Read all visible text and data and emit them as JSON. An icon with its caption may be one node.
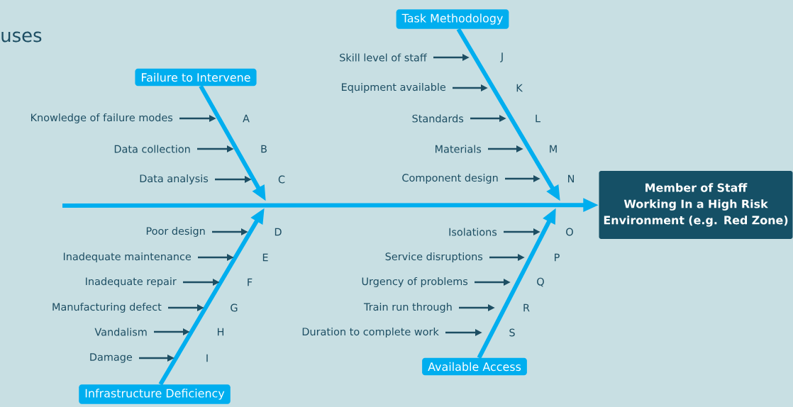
{
  "diagram": {
    "title": "uses",
    "nodes": [
      {
        "text": [
          "Failure to Intervene"
        ]
      },
      {
        "text": [
          "Knowledge of failure modes"
        ]
      },
      {
        "text": [
          "Data collection"
        ]
      },
      {
        "text": [
          "Data analysis"
        ]
      },
      {
        "text": [
          "Task Methodology"
        ]
      },
      {
        "text": [
          "Skill level of staff"
        ]
      },
      {
        "text": [
          "Equipment available"
        ]
      },
      {
        "text": [
          "Standards"
        ]
      },
      {
        "text": [
          "Materials"
        ]
      },
      {
        "text": [
          "Component design"
        ]
      },
      {
        "text": [
          "Member of Staff Working In a High Risk Environment (e.g. Red Zone)"
        ]
      },
      {
        "text": [
          "Infrastructure Deficiency"
        ]
      },
      {
        "text": [
          "Poor design"
        ]
      },
      {
        "text": [
          "Inadequate maintenance"
        ]
      },
      {
        "text": [
          "Inadequate repair"
        ]
      },
      {
        "text": [
          "Manufacturing defect"
        ]
      },
      {
        "text": [
          "Vandalism"
        ]
      },
      {
        "text": [
          "Damage"
        ]
      },
      {
        "text": [
          "Available Access"
        ]
      },
      {
        "text": [
          "Isolations"
        ]
      },
      {
        "text": [
          "Service disruptions"
        ]
      },
      {
        "text": [
          "Urgency of problems"
        ]
      },
      {
        "text": [
          "Train run through"
        ]
      },
      {
        "text": [
          "Duration to complete work"
        ]
      }
    ],
    "edges": [
      {
        "from": null,
        "to": 10,
        "arrow": "to",
        "style": "thick",
        "color": "#00aeef"
      },
      {
        "from": 0,
        "to": null,
        "arrow": "to",
        "style": "thick",
        "color": "#00aeef"
      },
      {
        "from": 4,
        "to": null,
        "arrow": "to",
        "style": "thick",
        "color": "#00aeef"
      },
      {
        "from": 11,
        "to": null,
        "arrow": "to",
        "style": "thick",
        "color": "#00aeef"
      },
      {
        "from": 18,
        "to": null,
        "arrow": "to",
        "style": "thick",
        "color": "#00aeef"
      },
      {
        "from": 1,
        "to": null,
        "arrow": "to"
      },
      {
        "from": 2,
        "to": null,
        "arrow": "to"
      },
      {
        "from": 3,
        "to": null,
        "arrow": "to"
      },
      {
        "from": 5,
        "to": null,
        "arrow": "to"
      },
      {
        "from": 6,
        "to": null,
        "arrow": "to"
      },
      {
        "from": 7,
        "to": null,
        "arrow": "to"
      },
      {
        "from": 8,
        "to": null,
        "arrow": "to"
      },
      {
        "from": 9,
        "to": null,
        "arrow": "to"
      },
      {
        "from": 12,
        "to": null,
        "arrow": "to"
      },
      {
        "from": 13,
        "to": null,
        "arrow": "to"
      },
      {
        "from": 14,
        "to": null,
        "arrow": "to"
      },
      {
        "from": 15,
        "to": null,
        "arrow": "to"
      },
      {
        "from": 16,
        "to": null,
        "arrow": "to"
      },
      {
        "from": 17,
        "to": null,
        "arrow": "to"
      },
      {
        "from": 19,
        "to": null,
        "arrow": "to"
      },
      {
        "from": 20,
        "to": null,
        "arrow": "to"
      },
      {
        "from": 21,
        "to": null,
        "arrow": "to"
      },
      {
        "from": 22,
        "to": null,
        "arrow": "to"
      },
      {
        "from": 23,
        "to": null,
        "arrow": "to"
      }
    ],
    "labels": [
      "A",
      "B",
      "C",
      "J",
      "K",
      "L",
      "M",
      "N",
      "D",
      "E",
      "F",
      "G",
      "H",
      "I",
      "O",
      "P",
      "Q",
      "R",
      "S"
    ]
  }
}
